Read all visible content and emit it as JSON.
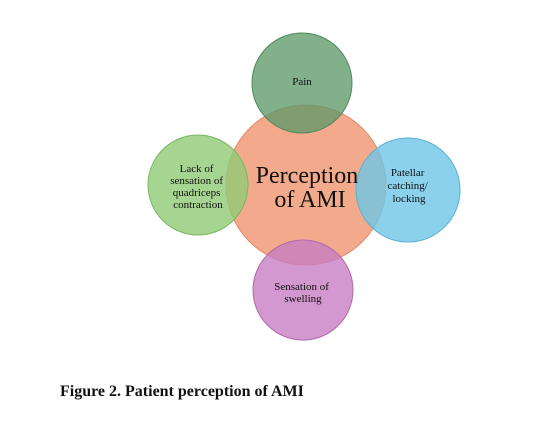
{
  "diagram": {
    "center": {
      "lines": [
        "Perception",
        "of AMI"
      ],
      "color": "#f2a07e"
    },
    "top": {
      "lines": [
        "Pain"
      ],
      "color": "#5e9a6a"
    },
    "left": {
      "lines": [
        "Lack of",
        "sensation of",
        "quadriceps",
        "contraction"
      ],
      "color": "#8ecb74"
    },
    "right": {
      "lines": [
        "Patellar",
        "catching/",
        "locking"
      ],
      "color": "#6ec6e6"
    },
    "bottom": {
      "lines": [
        "Sensation of",
        "swelling"
      ],
      "color": "#c77ec3"
    }
  },
  "caption": "Figure 2.  Patient perception of AMI"
}
